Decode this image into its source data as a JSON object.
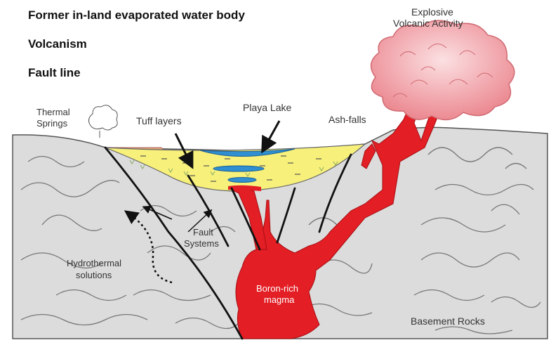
{
  "legend": [
    "Former in-land evaporated water body",
    "Volcanism",
    "Fault line"
  ],
  "labels": {
    "explosive_line1": "Explosive",
    "explosive_line2": "Volcanic Activity",
    "thermal_line1": "Thermal",
    "thermal_line2": "Springs",
    "tuff": "Tuff layers",
    "playa": "Playa Lake",
    "ash": "Ash-falls",
    "fault_line1": "Fault",
    "fault_line2": "Systems",
    "hydro_line1": "Hydrothermal",
    "hydro_line2": "solutions",
    "boron_line1": "Boron-rich",
    "boron_line2": "magma",
    "basement": "Basement Rocks"
  },
  "colors": {
    "rock": "#d9d9d9",
    "magma": "#e31e24",
    "tuff": "#f7f07a",
    "lake": "#2f8fd0",
    "ash_edge": "#e8a877",
    "cloud": "#f2a3a8"
  }
}
